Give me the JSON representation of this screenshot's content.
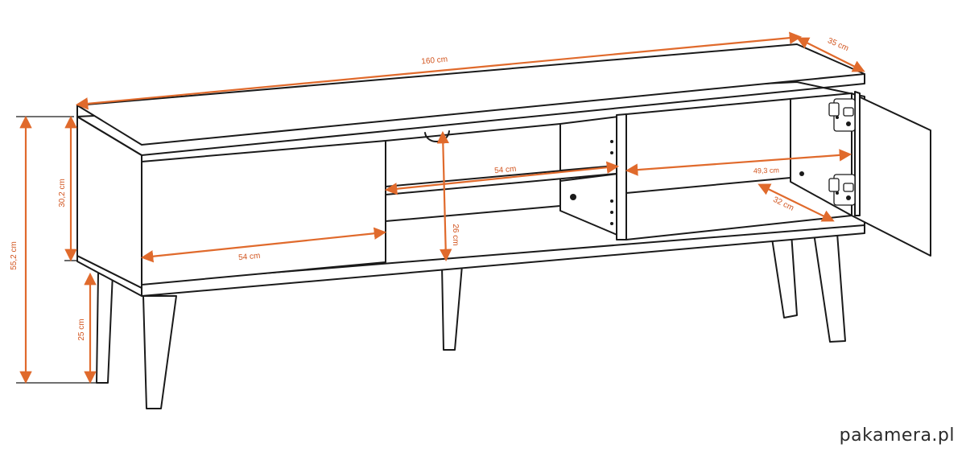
{
  "dimensions": {
    "width": "160 cm",
    "depth": "35 cm",
    "total_height": "55,2 cm",
    "body_height": "30,2 cm",
    "leg_height": "25 cm",
    "left_compartment_width": "54 cm",
    "middle_compartment_width": "54 cm",
    "middle_compartment_height": "26 cm",
    "right_compartment_width": "49,3 cm",
    "right_compartment_depth": "32 cm"
  },
  "watermark": "pakamera.pl",
  "colors": {
    "dimension_line": "#e06a2c",
    "dimension_text": "#d2551f",
    "outline": "#1a1a1a"
  }
}
